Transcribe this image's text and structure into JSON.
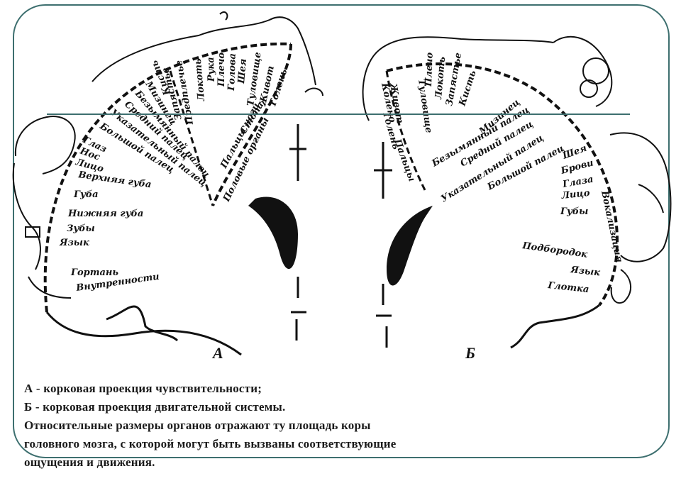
{
  "figure": {
    "label_a": "А",
    "label_b": "Б",
    "sensory_labels_arc": [
      "Голень",
      "Живот",
      "Туловище",
      "Шея",
      "Голова",
      "Плечо",
      "Рука",
      "Локоть",
      "Предплечье",
      "Запястье",
      "Кисть",
      "Мизинец",
      "Безымянный палец",
      "Средний палец",
      "Указательный палец",
      "Большой палец"
    ],
    "sensory_labels_side": [
      "Глаз",
      "Нос",
      "Лицо",
      "Верхняя губа",
      "Губа",
      "Нижняя губа",
      "Зубы",
      "Язык",
      "Гортань",
      "Внутренности"
    ],
    "sensory_labels_inner": [
      "Стопа",
      "Пальцы ноги",
      "Половые органы"
    ],
    "motor_labels_arc": [
      "Живот",
      "Колено",
      "Голень",
      "Пальцы",
      "Туловище",
      "Плечо",
      "Локоть",
      "Запястье",
      "Кисть",
      "Мизинец",
      "Безымянный палец",
      "Средний палец",
      "Указательный палец",
      "Большой палец"
    ],
    "motor_labels_side": [
      "Шея",
      "Брови",
      "Глаза",
      "Лицо",
      "Губы",
      "Вокализация",
      "Подбородок",
      "Язык",
      "Глотка"
    ]
  },
  "caption": {
    "line1": "А - корковая проекция чувствительности;",
    "line2": "Б - корковая проекция двигательной системы.",
    "line3": "Относительные размеры органов отражают ту площадь коры",
    "line4": "головного мозга, с которой могут быть вызваны соответствующие",
    "line5": "ощущения и движения."
  },
  "colors": {
    "frame": "#3d6f6f",
    "ink": "#111111"
  }
}
